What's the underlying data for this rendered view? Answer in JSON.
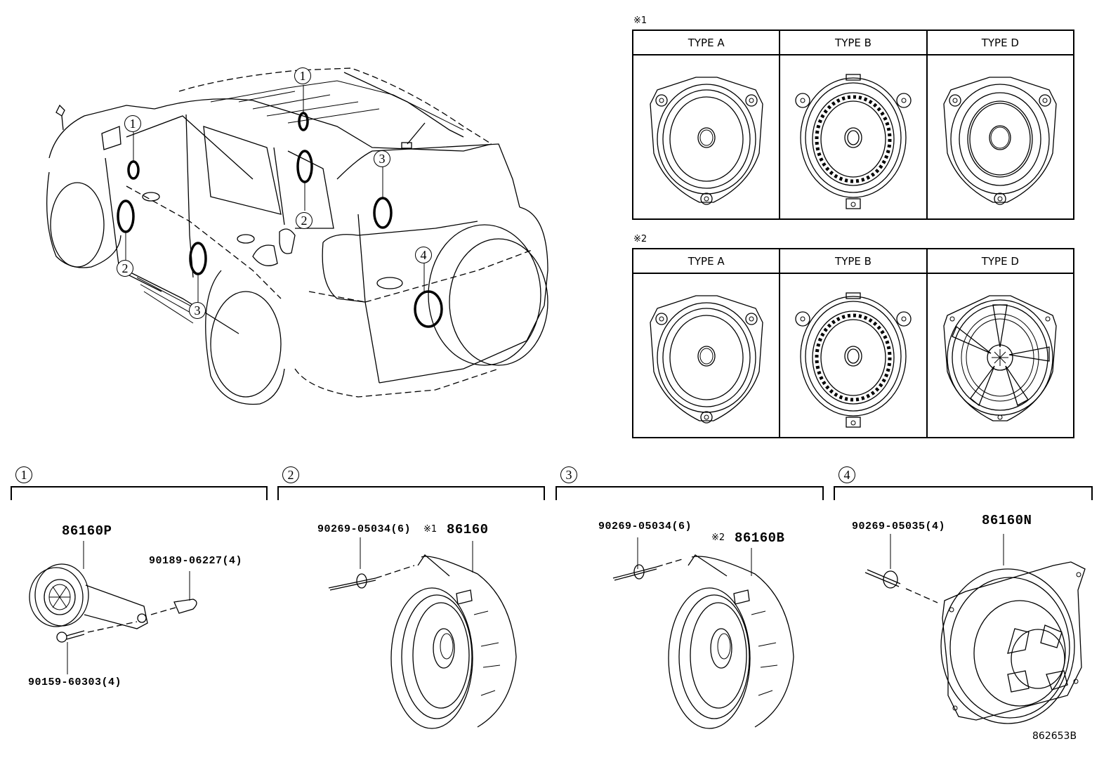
{
  "diagram": {
    "figure_id": "862653B",
    "overview": {
      "callouts": [
        {
          "num": "1",
          "location": "front-door-upper"
        },
        {
          "num": "1",
          "location": "rear-roof-area"
        },
        {
          "num": "2",
          "location": "front-door-lower"
        },
        {
          "num": "2",
          "location": "rear-quarter-upper"
        },
        {
          "num": "3",
          "location": "rear-door-lower"
        },
        {
          "num": "3",
          "location": "back-door-upper"
        },
        {
          "num": "4",
          "location": "back-door-lower"
        }
      ]
    },
    "type_tables": [
      {
        "note": "※1",
        "columns": [
          "TYPE A",
          "TYPE B",
          "TYPE D"
        ]
      },
      {
        "note": "※2",
        "columns": [
          "TYPE A",
          "TYPE B",
          "TYPE D"
        ]
      }
    ],
    "sections": [
      {
        "num": "1",
        "main_part": "86160P",
        "parts": [
          "90189-06227(4)",
          "90159-60303(4)"
        ]
      },
      {
        "num": "2",
        "note": "※1",
        "main_part": "86160",
        "parts": [
          "90269-05034(6)"
        ]
      },
      {
        "num": "3",
        "note": "※2",
        "main_part": "86160B",
        "parts": [
          "90269-05034(6)"
        ]
      },
      {
        "num": "4",
        "main_part": "86160N",
        "parts": [
          "90269-05035(4)"
        ]
      }
    ]
  }
}
